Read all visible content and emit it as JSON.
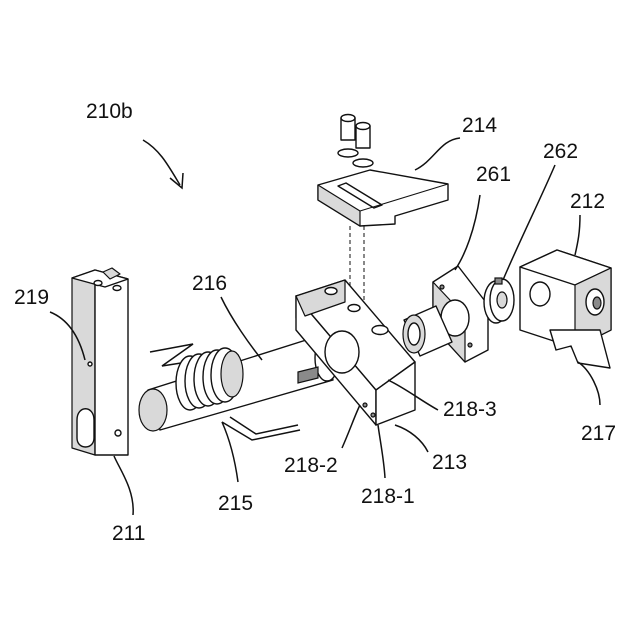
{
  "labels": {
    "assembly": "210b",
    "p214": "214",
    "p262": "262",
    "p261": "261",
    "p212": "212",
    "p219": "219",
    "p216": "216",
    "p218_3": "218-3",
    "p217": "217",
    "p218_2": "218-2",
    "p213": "213",
    "p211": "211",
    "p215": "215",
    "p218_1": "218-1"
  }
}
